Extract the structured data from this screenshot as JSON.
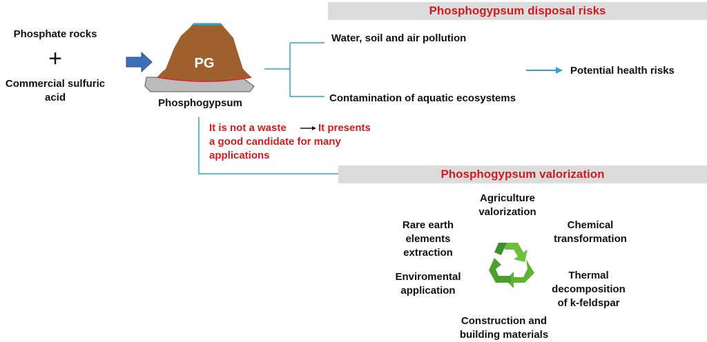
{
  "inputs": {
    "rocks": "Phosphate rocks",
    "plus": "+",
    "acid": "Commercial sulfuric acid"
  },
  "pg": {
    "label": "PG",
    "caption": "Phosphogypsum"
  },
  "risks": {
    "title": "Phosphogypsum disposal risks",
    "items": [
      "Water, soil and air pollution",
      "Contamination of aquatic ecosystems"
    ],
    "outcome": "Potential health risks"
  },
  "note": {
    "part1": "It is not a waste",
    "part2": "It presents",
    "part3": "a good candidate for many",
    "part4": "applications"
  },
  "valorization": {
    "title": "Phosphogypsum valorization",
    "items": [
      "Agriculture valorization",
      "Chemical transformation",
      "Thermal decomposition of k-feldspar",
      "Construction and building materials",
      "Enviromental application",
      "Rare earth elements extraction"
    ]
  },
  "colors": {
    "line": "#2aa3d8",
    "red": "#d01c1f",
    "green": "#5cb531",
    "brown": "#a0602e"
  }
}
